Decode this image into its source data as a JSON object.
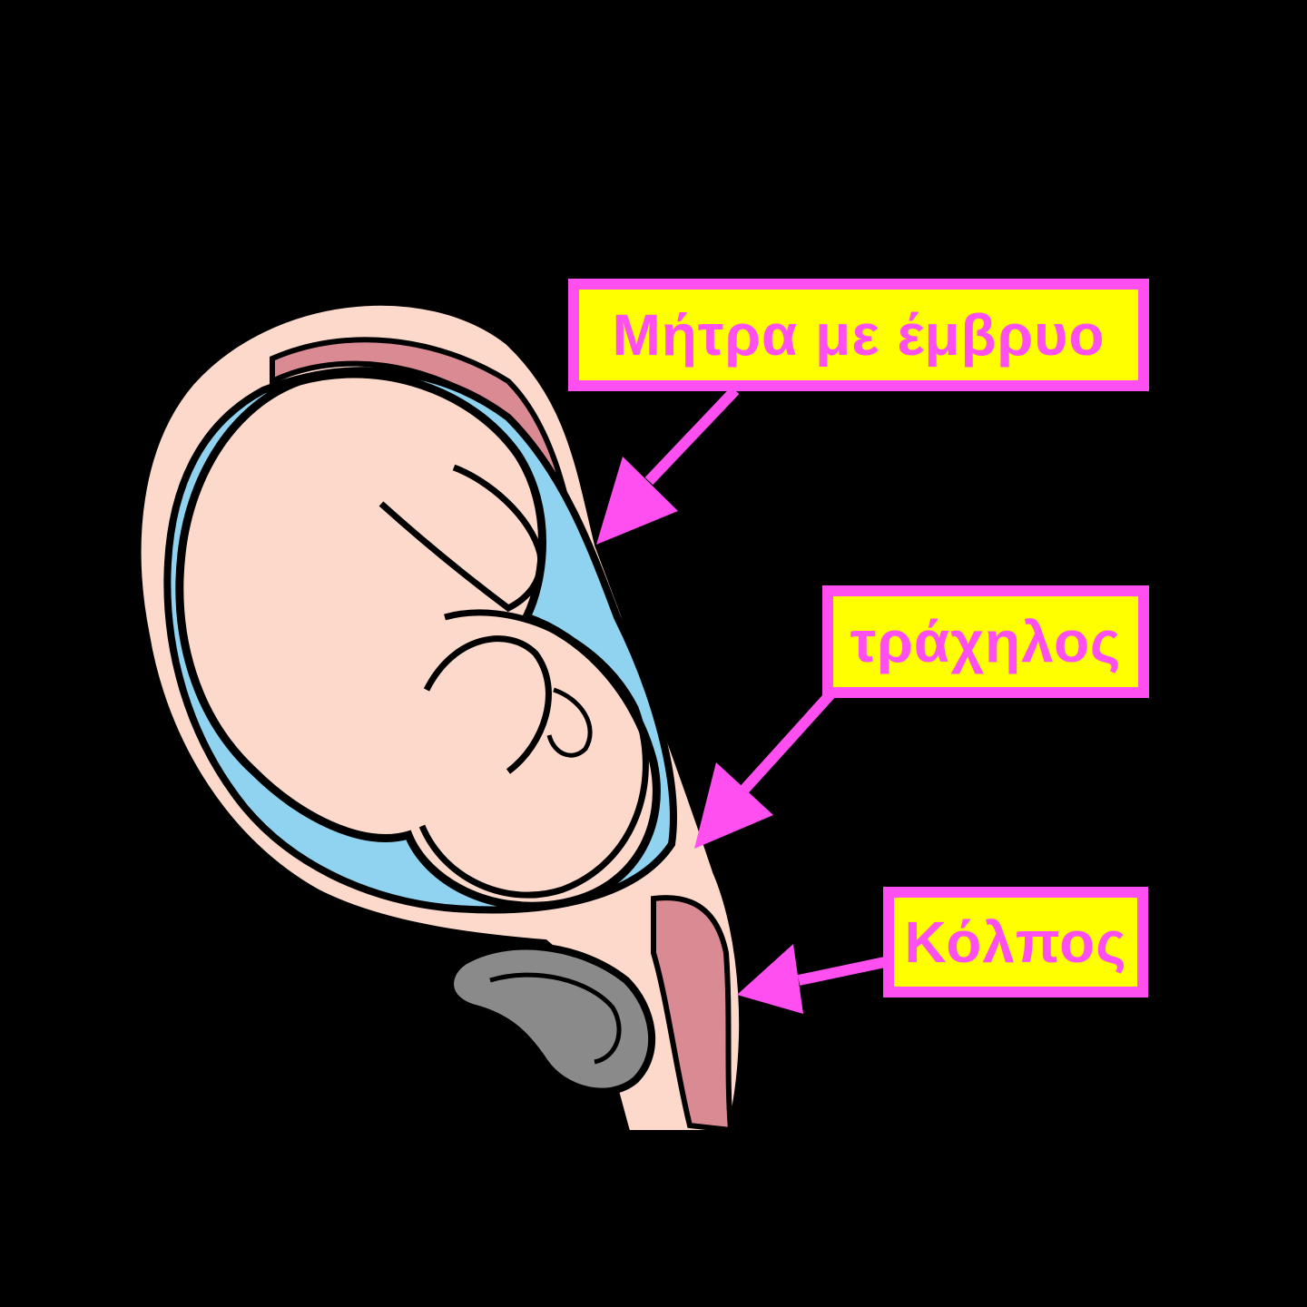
{
  "colors": {
    "background": "#000000",
    "label_fill": "#ffff00",
    "label_border": "#ff4ff0",
    "label_text": "#ff4ff0",
    "arrow": "#ff4ff0",
    "skin": "#fcd9cb",
    "fluid": "#8fd3f0",
    "tissue": "#d98a93",
    "outline": "#000000"
  },
  "labels": {
    "uterus": "Μήτρα με έμβρυο",
    "cervix": "τράχηλος",
    "vagina": "Κόλπος"
  }
}
